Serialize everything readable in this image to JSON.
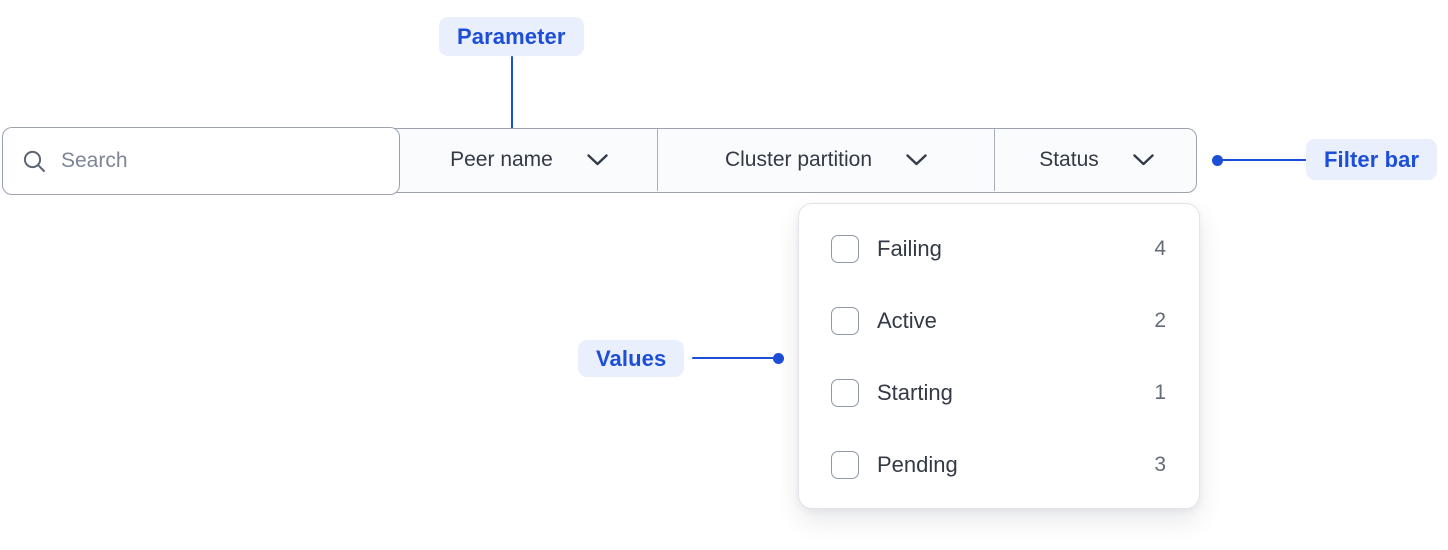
{
  "colors": {
    "accent_blue": "#1d4ed8",
    "annotation_badge_bg": "#e9effc",
    "bar_border": "#9ca3af",
    "bar_section_bg": "#fafbfc",
    "text_dark": "#333a46",
    "text_muted": "#646b78",
    "panel_border": "#e1e4e9"
  },
  "annotations": {
    "parameter_label": "Parameter",
    "filter_bar_label": "Filter bar",
    "values_label": "Values"
  },
  "filter_bar": {
    "search": {
      "placeholder": "Search",
      "value": "",
      "icon": "search-icon"
    },
    "dropdowns": [
      {
        "label": "Peer name",
        "icon": "chevron-down-icon"
      },
      {
        "label": "Cluster partition",
        "icon": "chevron-down-icon"
      },
      {
        "label": "Status",
        "icon": "chevron-down-icon"
      }
    ]
  },
  "status_menu": {
    "options": [
      {
        "label": "Failing",
        "count": "4",
        "checked": false
      },
      {
        "label": "Active",
        "count": "2",
        "checked": false
      },
      {
        "label": "Starting",
        "count": "1",
        "checked": false
      },
      {
        "label": "Pending",
        "count": "3",
        "checked": false
      }
    ]
  }
}
